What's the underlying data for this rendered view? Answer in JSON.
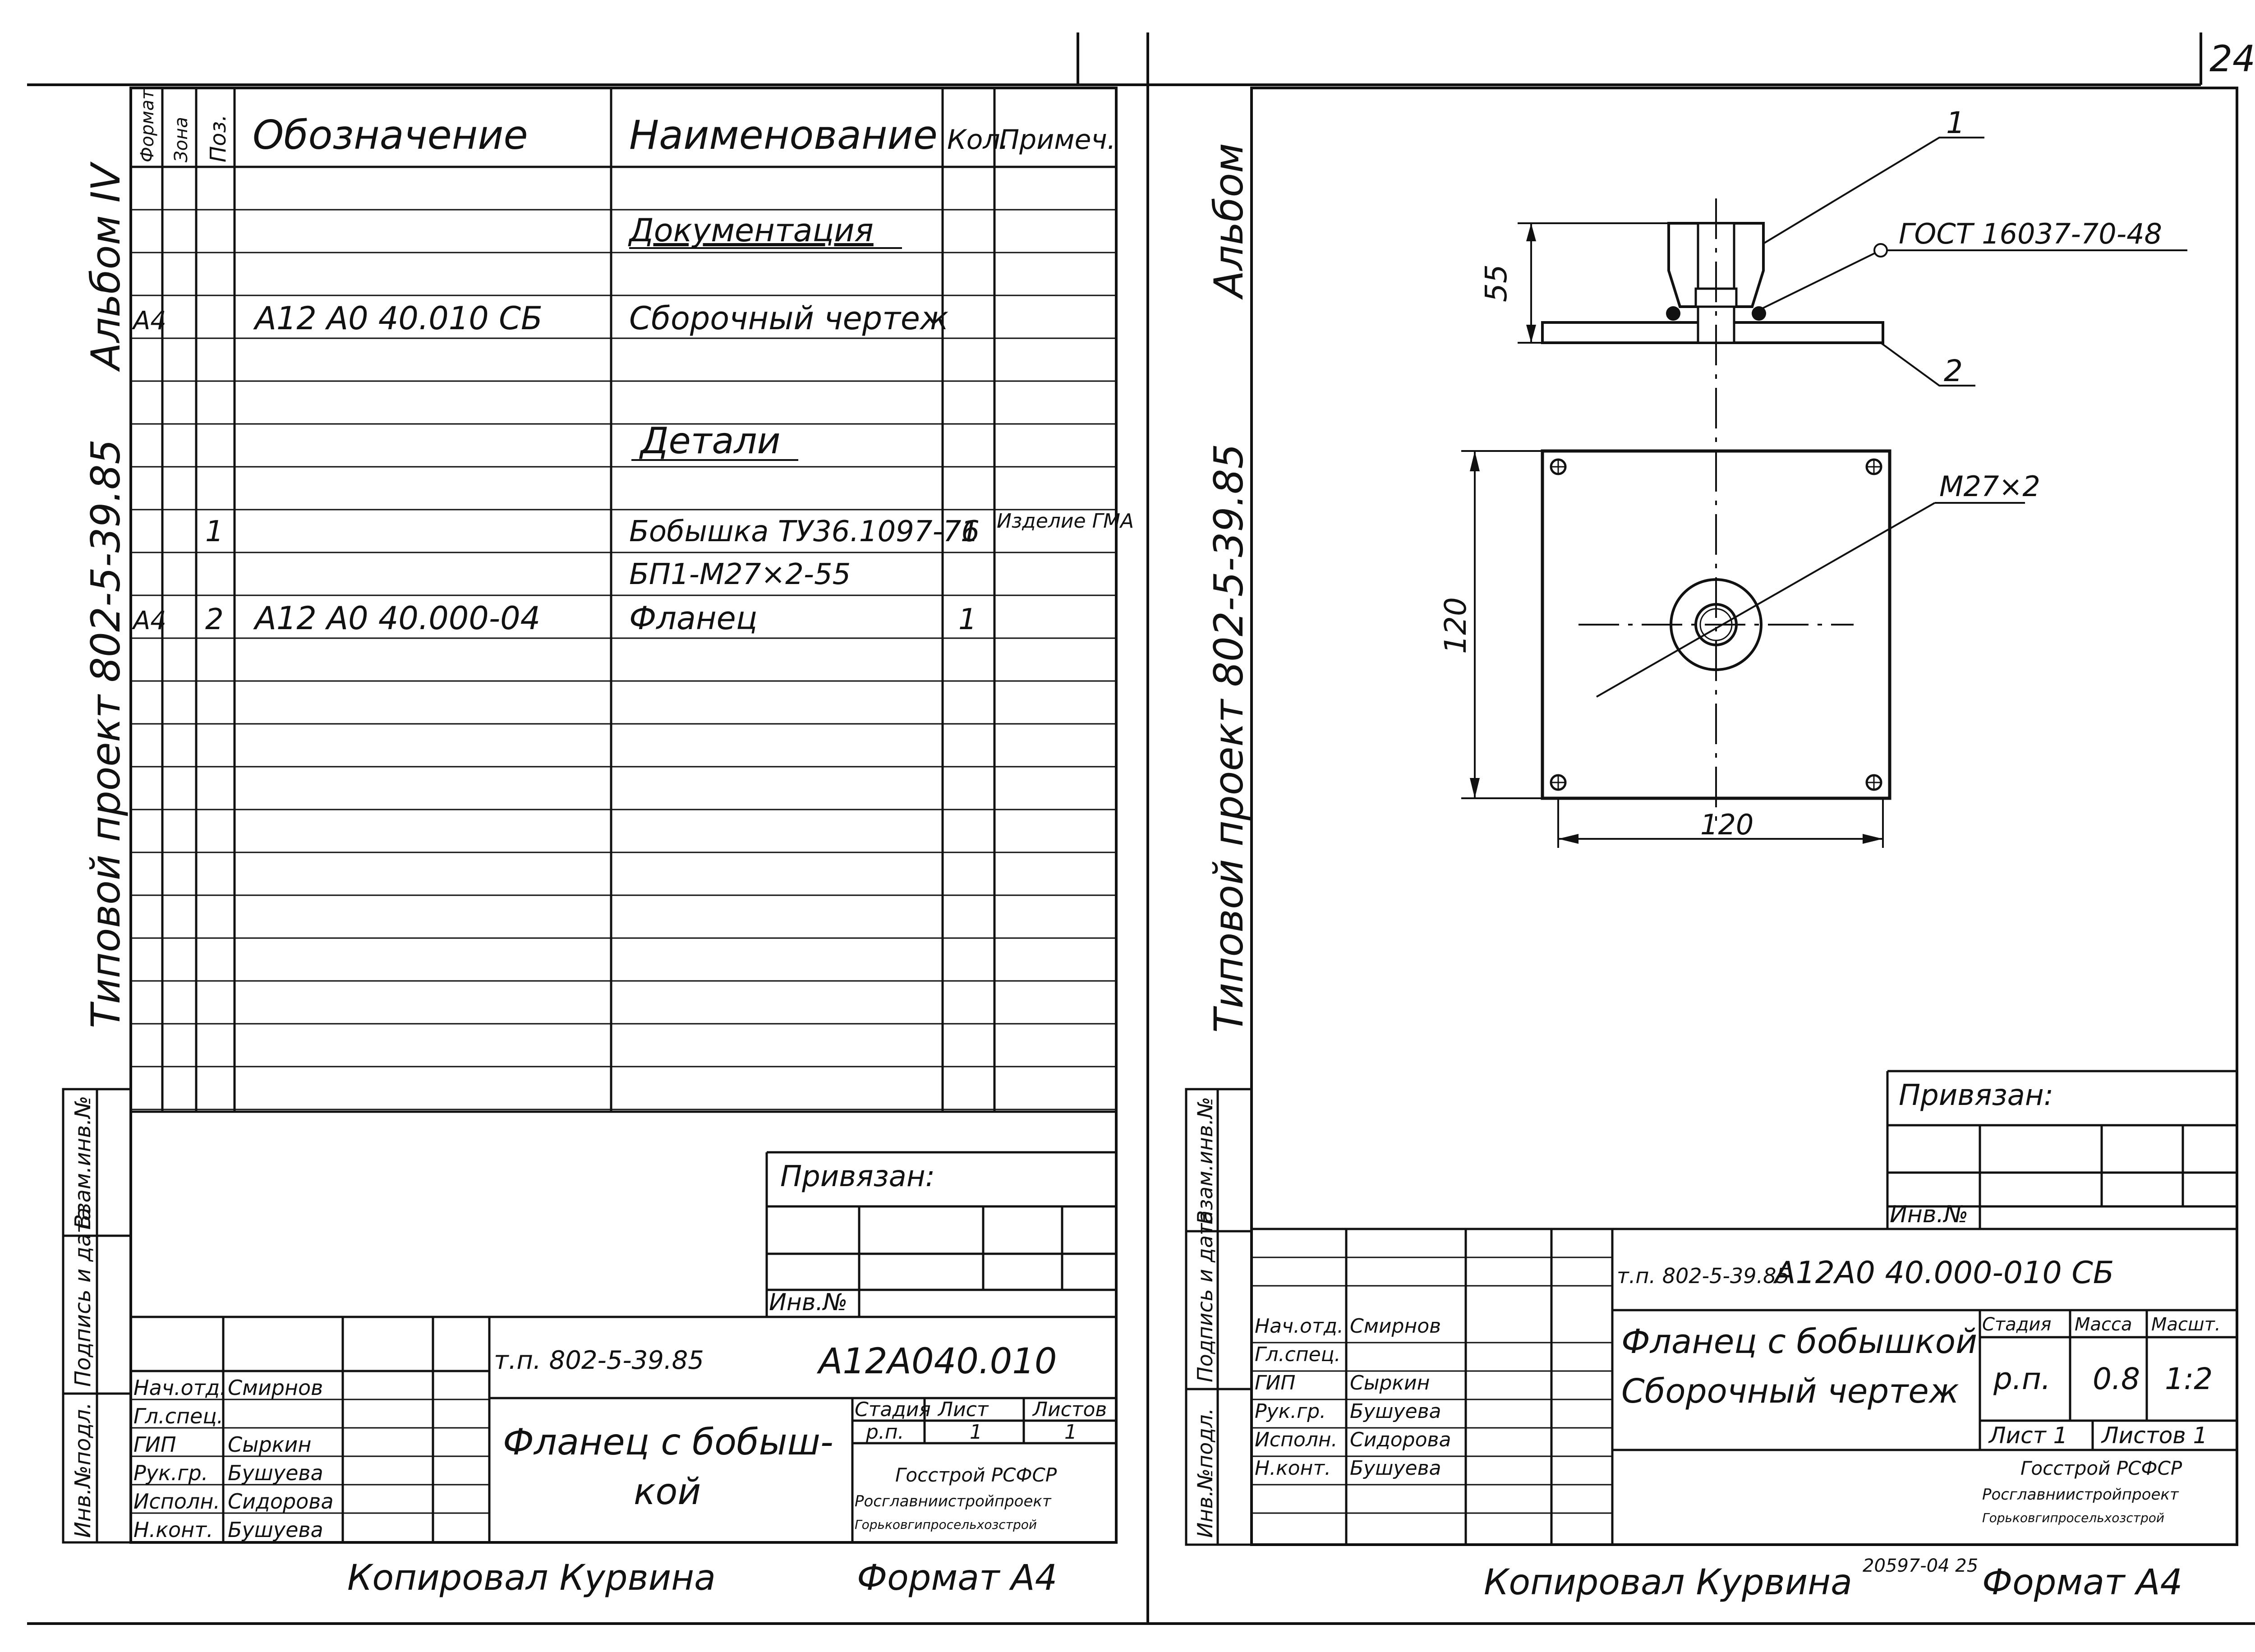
{
  "page_number": "24",
  "left": {
    "margin_text": {
      "album": "Альбом IV",
      "project": "Типовой  проект 802-5-39.85"
    },
    "side_stamp": [
      "Взам.инв.№",
      "Подпись и дата",
      "Инв.№подл."
    ],
    "spec_headers": {
      "format": "Формат",
      "zone": "Зона",
      "pos": "Поз.",
      "designation": "Обозначение",
      "name": "Наименование",
      "qty": "Кол.",
      "note": "Примеч."
    },
    "spec_rows": [
      {
        "format": "",
        "pos": "",
        "designation": "",
        "name": "Документация",
        "qty": "",
        "note": ""
      },
      {
        "format": "А4",
        "pos": "",
        "designation": "А12 А0 40.010 СБ",
        "name": "Сборочный чертеж",
        "qty": "",
        "note": ""
      },
      {
        "format": "",
        "pos": "",
        "designation": "",
        "name": "Детали",
        "qty": "",
        "note": ""
      },
      {
        "format": "",
        "pos": "1",
        "designation": "",
        "name": "Бобышка ТУ36.1097-76",
        "qty": "1",
        "note": "Изделие ГМА"
      },
      {
        "format": "",
        "pos": "",
        "designation": "",
        "name": "БП1-М27×2-55",
        "qty": "",
        "note": ""
      },
      {
        "format": "А4",
        "pos": "2",
        "designation": "А12 А0 40.000-04",
        "name": "Фланец",
        "qty": "1",
        "note": ""
      }
    ],
    "privyazan": "Привязан:",
    "inv": "Инв.№",
    "stamp": {
      "people": [
        {
          "role": "Нач.отд.",
          "name": "Смирнов"
        },
        {
          "role": "Гл.спец.",
          "name": ""
        },
        {
          "role": "ГИП",
          "name": "Сыркин"
        },
        {
          "role": "Рук.гр.",
          "name": "Бушуева"
        },
        {
          "role": "Исполн.",
          "name": "Сидорова"
        },
        {
          "role": "Н.конт.",
          "name": "Бушуева"
        }
      ],
      "project": "т.п. 802-5-39.85",
      "code": "А12А040.010",
      "title_1": "Фланец с бобыш-",
      "title_2": "кой",
      "stage_label": "Стадия",
      "sheet_label": "Лист",
      "sheets_label": "Листов",
      "stage": "р.п.",
      "sheet": "1",
      "sheets": "1",
      "org_1": "Госстрой РСФСР",
      "org_2": "Росглавниистройпроект",
      "org_3": "Горьковгипросельхозстрой"
    },
    "footer_copied": "Копировал  Курвина",
    "footer_format": "Формат  А4"
  },
  "right": {
    "margin_text": {
      "album": "Альбом",
      "project": "Типовой  проект 802-5-39.85"
    },
    "side_stamp": [
      "Взам.инв.№",
      "Подпись и дата",
      "Инв.№подл."
    ],
    "drawing": {
      "leader_1": "1",
      "leader_2": "2",
      "gost": "ГОСТ 16037-70-48",
      "dim_height": "55",
      "thread": "М27×2",
      "dim_v": "120",
      "dim_h": "120"
    },
    "privyazan": "Привязан:",
    "inv": "Инв.№",
    "stamp": {
      "people": [
        {
          "role": "Нач.отд.",
          "name": "Смирнов"
        },
        {
          "role": "Гл.спец.",
          "name": ""
        },
        {
          "role": "ГИП",
          "name": "Сыркин"
        },
        {
          "role": "Рук.гр.",
          "name": "Бушуева"
        },
        {
          "role": "Исполн.",
          "name": "Сидорова"
        },
        {
          "role": "Н.конт.",
          "name": "Бушуева"
        }
      ],
      "project": "т.п. 802-5-39.85",
      "code": "А12А0 40.000-010 СБ",
      "title_1": "Фланец с бобышкой",
      "title_2": "Сборочный чертеж",
      "stage_label": "Стадия",
      "mass_label": "Масса",
      "scale_label": "Масшт.",
      "stage": "р.п.",
      "mass": "0.8",
      "scale": "1:2",
      "sheet": "Лист 1",
      "sheets": "Листов 1",
      "org_1": "Госстрой РСФСР",
      "org_2": "Росглавниистройпроект",
      "org_3": "Горьковгипросельхозстрой"
    },
    "footer_copied": "Копировал  Курвина",
    "footer_order": "20597-04 25",
    "footer_format": "Формат  А4"
  }
}
